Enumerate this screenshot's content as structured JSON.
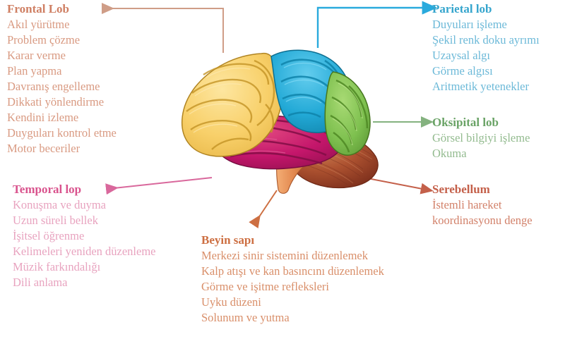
{
  "figure": {
    "subject": "brain-lobes-diagram",
    "language": "tr"
  },
  "lobes": [
    {
      "key": "frontal",
      "title": "Frontal Lob",
      "color": "#cf7f63",
      "body_color": "#d99a82",
      "items": [
        "Akıl yürütme",
        "Problem çözme",
        "Karar verme",
        "Plan yapma",
        "Davranış engelleme",
        "Dikkati yönlendirme",
        "Kendini izleme",
        "Duyguları kontrol etme",
        "Motor beceriler"
      ]
    },
    {
      "key": "parietal",
      "title": "Parietal lob",
      "color": "#35a5cd",
      "body_color": "#6cb9d8",
      "items": [
        "Duyuları işleme",
        "Şekil renk doku ayrımı",
        "Uzaysal algı",
        "Görme algısı",
        "Aritmetik yetenekler"
      ]
    },
    {
      "key": "occipital",
      "title": "Oksipital lob",
      "color": "#6aa366",
      "body_color": "#93bb8f",
      "items": [
        "Görsel bilgiyi işleme",
        "Okuma"
      ]
    },
    {
      "key": "cerebellum",
      "title": "Serebellum",
      "color": "#c4604a",
      "body_color": "#d2816a",
      "items": [
        "İstemli hareket",
        "koordinasyonu denge"
      ]
    },
    {
      "key": "temporal",
      "title": "Temporal lop",
      "color": "#d9538d",
      "body_color": "#e8a3bf",
      "items": [
        "Konuşma ve duyma",
        "Uzun süreli bellek",
        "İşitsel öğrenme",
        "Kelimeleri yeniden düzenleme",
        "Müzik farkındalığı",
        "Dili anlama"
      ]
    },
    {
      "key": "brainstem",
      "title": "Beyin sapı",
      "color": "#cd6f42",
      "body_color": "#d98f6a",
      "items": [
        "Merkezi sinir sistemini düzenlemek",
        "Kalp atışı ve kan basıncını düzenlemek",
        "Görme ve işitme refleksleri",
        "Uyku düzeni",
        "Solunum ve yutma"
      ]
    }
  ],
  "connectors": [
    {
      "name": "frontal-connector",
      "color": "#cf9d87",
      "shape": "elbow-left"
    },
    {
      "name": "parietal-connector",
      "color": "#29aadd",
      "shape": "elbow-right"
    },
    {
      "name": "occipital-connector",
      "color": "#84b27f",
      "shape": "straight-right"
    },
    {
      "name": "cerebellum-connector",
      "color": "#c4604a",
      "shape": "diagonal-right"
    },
    {
      "name": "temporal-connector",
      "color": "#d9689c",
      "shape": "diagonal-left"
    },
    {
      "name": "brainstem-connector",
      "color": "#cd6f42",
      "shape": "diagonal-down-left"
    }
  ],
  "brain_regions": [
    {
      "name": "frontal-lobe-region",
      "fill": "#f7d169"
    },
    {
      "name": "parietal-lobe-region",
      "fill": "#21a9d4"
    },
    {
      "name": "occipital-lobe-region",
      "fill": "#7cbf4e"
    },
    {
      "name": "temporal-lobe-region",
      "fill": "#c4166b"
    },
    {
      "name": "cerebellum-region",
      "fill": "#a8452c"
    },
    {
      "name": "brainstem-region",
      "fill": "#e2884f"
    }
  ]
}
